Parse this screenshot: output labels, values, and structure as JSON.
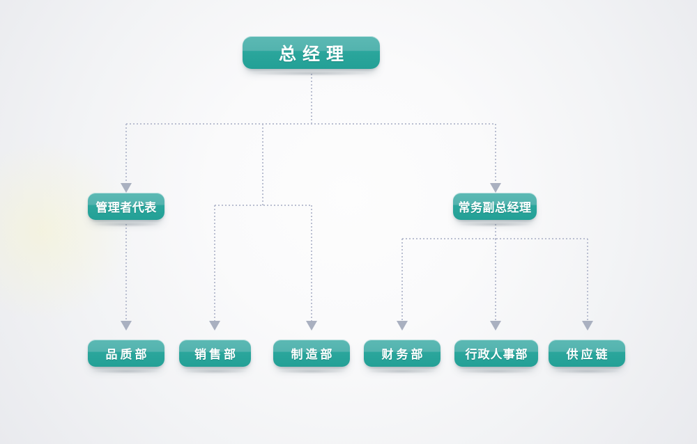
{
  "chart_data": {
    "type": "diagram",
    "title": "",
    "diagram_kind": "organizational-chart",
    "orientation": "top-down",
    "connector_style": "dotted-elbow-with-arrowheads",
    "connector_color": "#b9bed0",
    "node_accent_color": "#2ba69c",
    "node_accent_light": "#5cb9b4",
    "node_text_color": "#ffffff",
    "background_color": "#f2f3f5",
    "levels": [
      {
        "level": 0,
        "nodes": [
          "总经理"
        ]
      },
      {
        "level": 1,
        "nodes": [
          "管理者代表",
          "常务副总经理"
        ]
      },
      {
        "level": 2,
        "nodes": [
          "品质部",
          "销售部",
          "制造部",
          "财务部",
          "行政人事部",
          "供应链"
        ]
      }
    ],
    "edges": [
      {
        "from": "总经理",
        "to": "管理者代表"
      },
      {
        "from": "总经理",
        "to": "常务副总经理"
      },
      {
        "from": "总经理",
        "to": "销售部"
      },
      {
        "from": "总经理",
        "to": "制造部"
      },
      {
        "from": "管理者代表",
        "to": "品质部"
      },
      {
        "from": "常务副总经理",
        "to": "财务部"
      },
      {
        "from": "常务副总经理",
        "to": "行政人事部"
      },
      {
        "from": "常务副总经理",
        "to": "供应链"
      }
    ]
  },
  "nodes": {
    "general_manager": {
      "label": "总经理"
    },
    "management_representative": {
      "label": "管理者代表"
    },
    "executive_deputy_gm": {
      "label": "常务副总经理"
    },
    "quality_dept": {
      "label": "品质部"
    },
    "sales_dept": {
      "label": "销售部"
    },
    "manufacturing_dept": {
      "label": "制造部"
    },
    "finance_dept": {
      "label": "财务部"
    },
    "hr_admin_dept": {
      "label": "行政人事部"
    },
    "supply_chain_dept": {
      "label": "供应链"
    }
  }
}
